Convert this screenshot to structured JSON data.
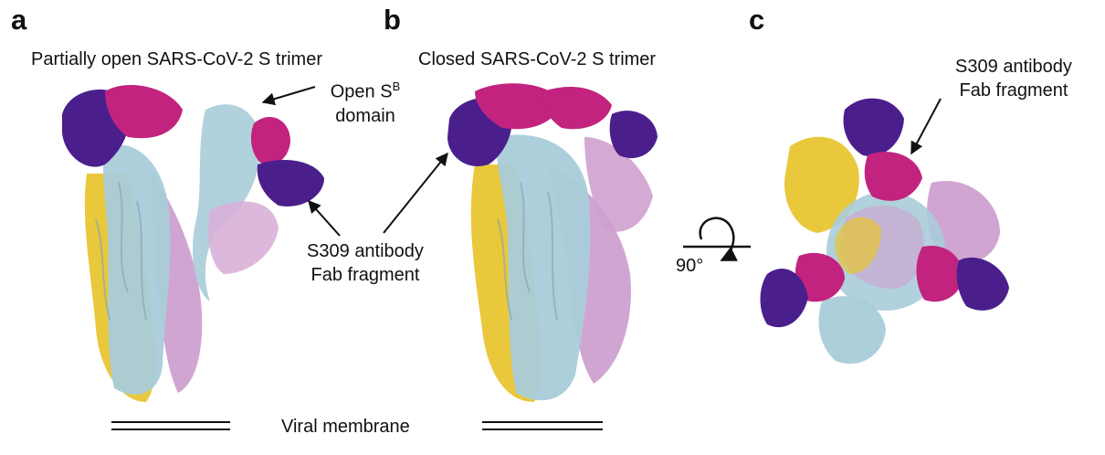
{
  "panels": {
    "a": {
      "label": "a",
      "title": "Partially open SARS-CoV-2 S trimer"
    },
    "b": {
      "label": "b",
      "title": "Closed SARS-CoV-2 S trimer"
    },
    "c": {
      "label": "c"
    }
  },
  "annotations": {
    "open_sb_line1_pre": "Open S",
    "open_sb_sup": "B",
    "open_sb_line2": "domain",
    "fab_line1": "S309 antibody",
    "fab_line2": "Fab fragment",
    "fab_c_line1": "S309 antibody",
    "fab_c_line2": "Fab fragment",
    "rotation": "90°"
  },
  "membrane_label": "Viral membrane",
  "colors": {
    "protomer_yellow": "#e8c532",
    "protomer_lightblue": "#a9ccd9",
    "protomer_pink": "#cfa0cf",
    "fab_heavy_purple": "#4a1f8c",
    "fab_light_magenta": "#c2237f"
  }
}
